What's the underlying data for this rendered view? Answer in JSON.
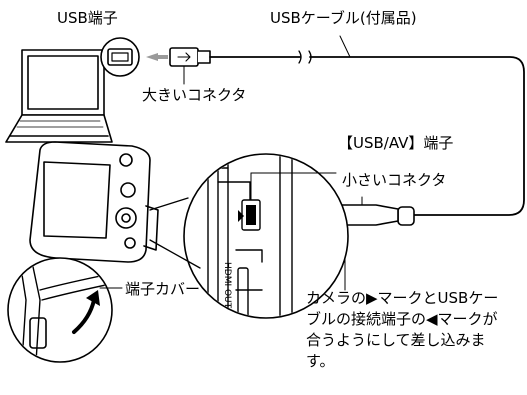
{
  "labels": {
    "usb_port": "USB端子",
    "usb_cable": "USBケーブル(付属品)",
    "large_connector": "大きいコネクタ",
    "usb_av_port": "【USB/AV】端子",
    "small_connector": "小さいコネクタ",
    "port_cover": "端子カバー",
    "instruction": "カメラの▶マークとUSBケーブルの接続端子の◀マークが合うようにして差し込みます。",
    "hdmi_out": "HDMI OUT"
  },
  "colors": {
    "line": "#000000",
    "arrow": "#9a9a9a",
    "background": "#ffffff"
  }
}
